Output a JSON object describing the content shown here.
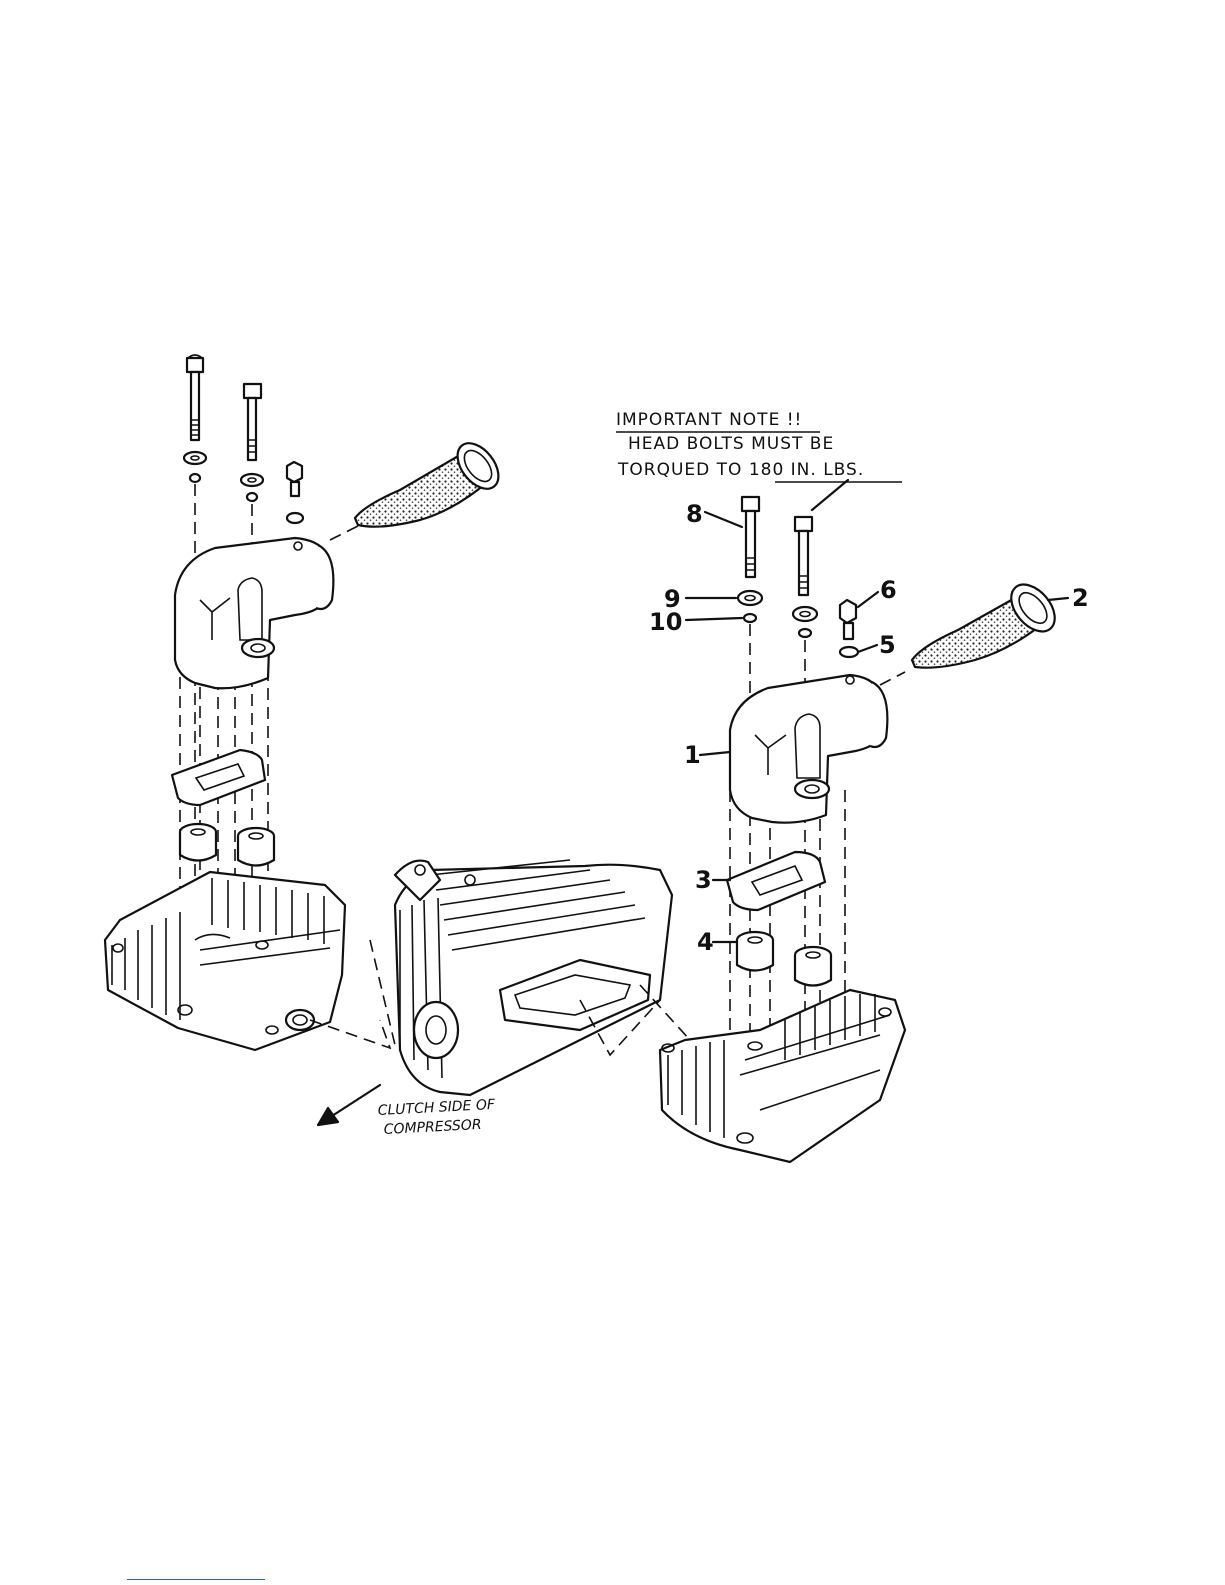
{
  "note": {
    "heading": "IMPORTANT NOTE !!",
    "line1": "HEAD BOLTS MUST BE",
    "line2_prefix": "TORQUED TO ",
    "line2_value": "180 IN. LBS."
  },
  "caption": {
    "line1": "CLUTCH SIDE OF",
    "line2": "COMPRESSOR"
  },
  "callouts": {
    "c1": "1",
    "c2": "2",
    "c3": "3",
    "c4": "4",
    "c5": "5",
    "c6": "6",
    "c8": "8",
    "c9": "9",
    "c10": "10"
  }
}
